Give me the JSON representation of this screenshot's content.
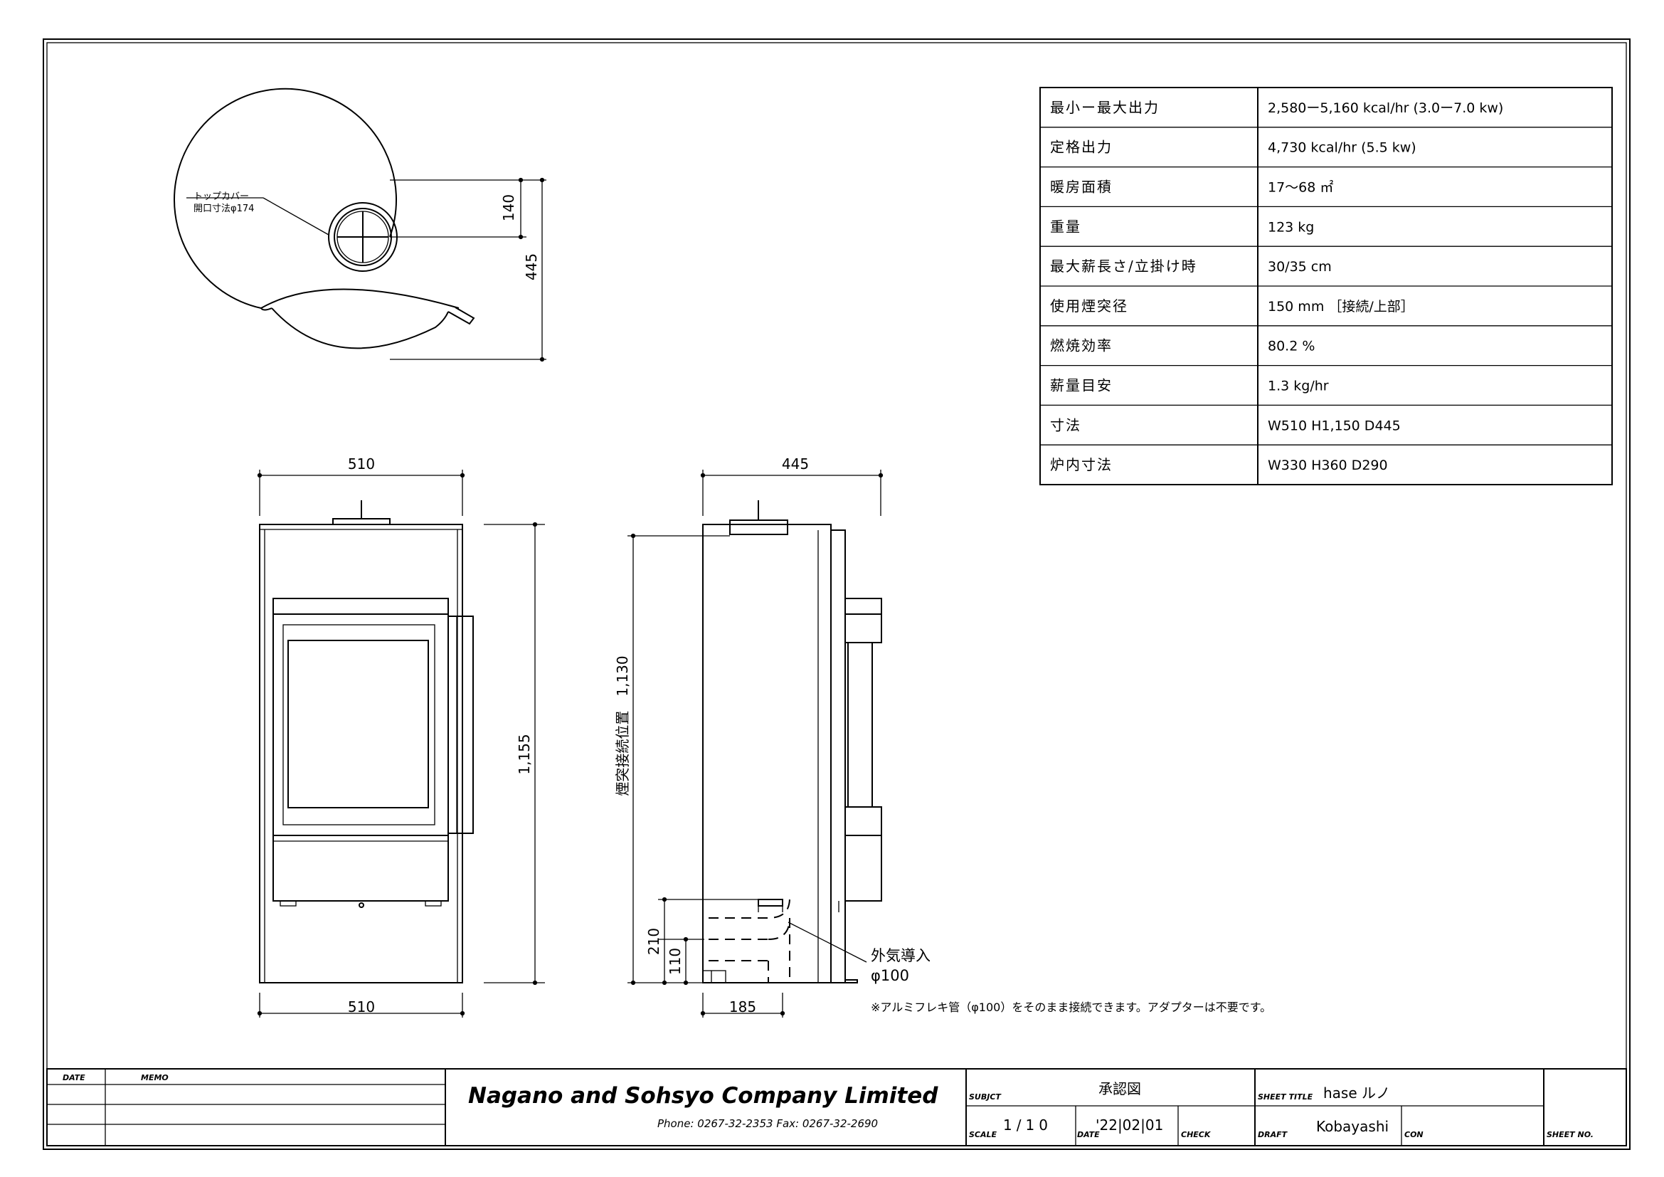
{
  "spec_table": {
    "rows": [
      {
        "label": "最小ー最大出力",
        "value": "2,580ー5,160 kcal/hr (3.0ー7.0 kw)"
      },
      {
        "label": "定格出力",
        "value": "4,730 kcal/hr (5.5 kw)"
      },
      {
        "label": "暖房面積",
        "value": "17～68 ㎡"
      },
      {
        "label": "重量",
        "value": "123 kg"
      },
      {
        "label": "最大薪長さ/立掛け時",
        "value": "30/35 cm"
      },
      {
        "label": "使用煙突径",
        "value": "150 mm ［接続/上部］"
      },
      {
        "label": "燃焼効率",
        "value": "80.2 %"
      },
      {
        "label": "薪量目安",
        "value": "1.3 kg/hr"
      },
      {
        "label": "寸法",
        "value": "W510 H1,150 D445"
      },
      {
        "label": "炉内寸法",
        "value": "W330 H360 D290"
      }
    ]
  },
  "top_view": {
    "callout_line1": "トップカバー",
    "callout_line2": "開口寸法φ174",
    "dim_outlet": "140",
    "dim_depth": "445"
  },
  "front_view": {
    "dim_width_top": "510",
    "dim_width_bottom": "510",
    "dim_height": "1,155"
  },
  "side_view": {
    "dim_depth_top": "445",
    "dim_flue_height": "煙突接続位置　1,130",
    "dim_210": "210",
    "dim_110": "110",
    "dim_185": "185",
    "air_inlet_label": "外気導入",
    "air_inlet_dia": "φ100",
    "note": "※アルミフレキ管（φ100）をそのまま接続できます。アダプターは不要です。"
  },
  "title_block": {
    "date_label": "DATE",
    "memo_label": "MEMO",
    "company": "Nagano and Sohsyo Company Limited",
    "contact": "Phone: 0267-32-2353   Fax: 0267-32-2690",
    "subject_label": "SUBJCT",
    "subject": "承認図",
    "scale_label": "SCALE",
    "scale": "1/10",
    "date_field_label": "DATE",
    "date": "'22|02|01",
    "check_label": "CHECK",
    "sheet_title_label": "SHEET TITLE",
    "sheet_title": "hase ルノ",
    "draft_label": "DRAFT",
    "draft": "Kobayashi",
    "con_label": "CON",
    "sheet_no_label": "SHEET NO."
  }
}
